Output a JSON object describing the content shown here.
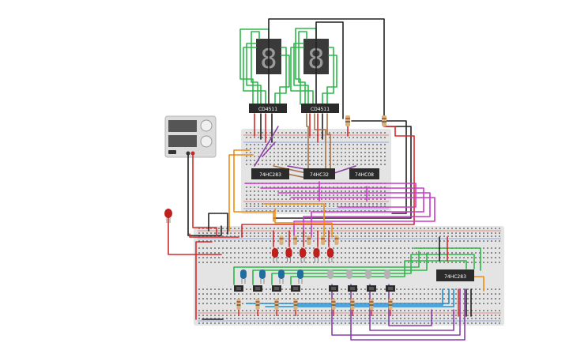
{
  "colors": {
    "background": "#ffffff",
    "breadboard": "#e4e4e4",
    "breadboard_hole": "#5a5a5a",
    "rail_red": "#d32f2f",
    "rail_blue": "#3a6fd8",
    "chip": "#2b2b2b",
    "chip_label": "#ffffff",
    "display_body": "#3a3a3a",
    "wire_green": "#2db84a",
    "wire_black": "#222222",
    "wire_red": "#d52a2a",
    "wire_orange": "#f08c12",
    "wire_purple": "#8b3fa8",
    "wire_magenta": "#c93ac9",
    "wire_brown": "#a5734a",
    "wire_blue": "#1e8fd8",
    "led_red": "#c0201c",
    "led_blue": "#1f6e9e",
    "button_gray": "#b3b3b3",
    "power_supply": "#dcdcdc"
  },
  "displays": [
    {
      "digit": "8",
      "decoder_label": "CD4511"
    },
    {
      "digit": "8",
      "decoder_label": "CD4511"
    }
  ],
  "chips_upper": [
    {
      "label": "74HC283"
    },
    {
      "label": "74HC32"
    },
    {
      "label": "74HC08"
    }
  ],
  "chip_lower": {
    "label": "74HC283"
  },
  "power_supply": {
    "icon": "power-supply-icon"
  },
  "leds": {
    "red_count": 5,
    "blue_count": 4,
    "standalone_red": 1
  },
  "buttons": {
    "count": 8
  }
}
